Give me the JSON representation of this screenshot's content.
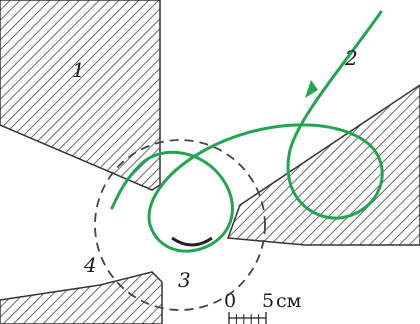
{
  "labels": {
    "pole_piece": "1",
    "trajectory": "2",
    "inner_arc": "3",
    "boundary": "4"
  },
  "scale": {
    "zero": "0",
    "five": "5",
    "unit": "см"
  },
  "colors": {
    "trajectory": "#22a550",
    "hatch": "#3a3a3a",
    "boundary": "#444444"
  }
}
